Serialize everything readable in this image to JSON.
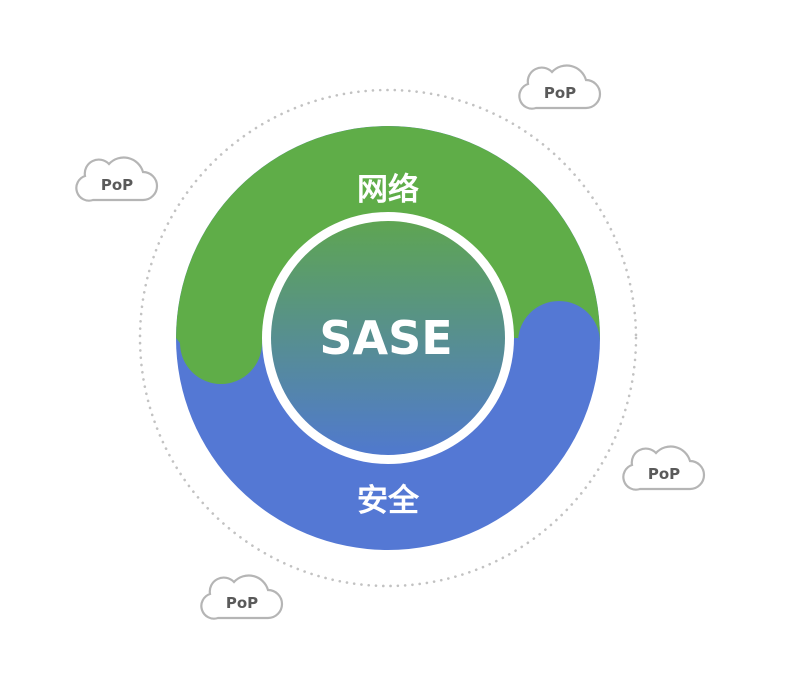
{
  "diagram": {
    "core_label": "SASE",
    "top_segment_label": "网络",
    "bottom_segment_label": "安全",
    "pop_nodes": [
      {
        "label": "PoP"
      },
      {
        "label": "PoP"
      },
      {
        "label": "PoP"
      },
      {
        "label": "PoP"
      }
    ]
  },
  "colors": {
    "network_green": "#5fad48",
    "security_blue": "#5478d4",
    "core_gradient_top": "#5ea552",
    "core_gradient_bottom": "#5079ce",
    "cloud_stroke": "#b5b5b5",
    "pop_text": "#5a5a5a",
    "dotted_ring": "#c2c2c2",
    "label_white": "#ffffff"
  }
}
